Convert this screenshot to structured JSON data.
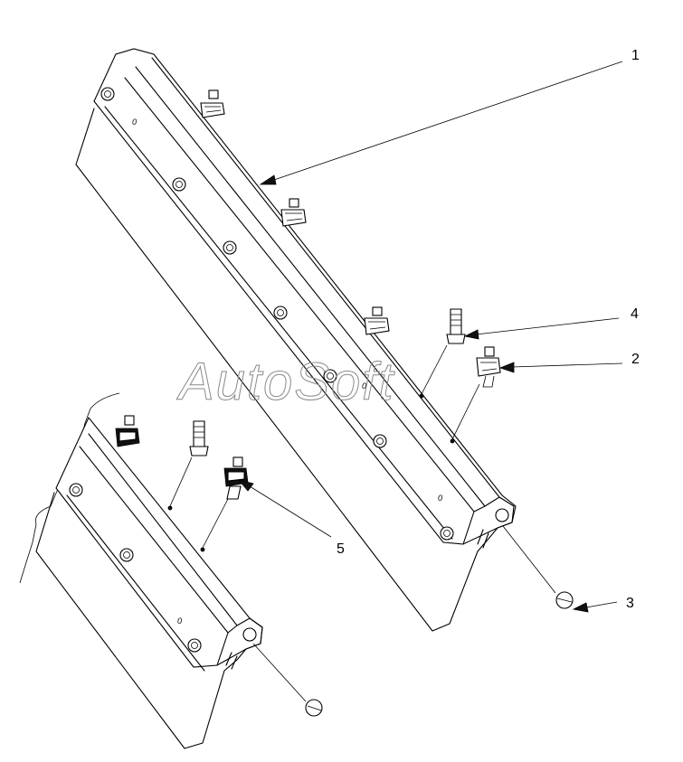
{
  "watermark": "AutoSoft",
  "callouts": [
    {
      "id": "callout-1",
      "label": "1"
    },
    {
      "id": "callout-2",
      "label": "2"
    },
    {
      "id": "callout-3",
      "label": "3"
    },
    {
      "id": "callout-4",
      "label": "4"
    },
    {
      "id": "callout-5",
      "label": "5"
    }
  ],
  "markings": [
    "0",
    "0",
    "0",
    "0"
  ]
}
